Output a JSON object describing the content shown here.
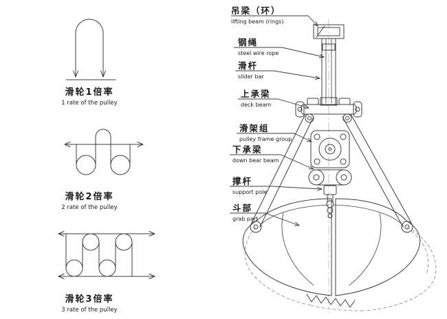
{
  "colors": {
    "line": "#3c3c3c",
    "dashed_line": "#929292",
    "background": "#ffffff"
  },
  "figures": [
    {
      "cn": "滑轮1倍率",
      "en": "1 rate of the pulley"
    },
    {
      "cn": "滑轮2倍率",
      "en": "2 rate of the pulley"
    },
    {
      "cn": "滑轮3倍率",
      "en": "3 rate of the pulley"
    }
  ],
  "parts": [
    {
      "cn": "吊梁（环）",
      "en": "lifting beam (rings)"
    },
    {
      "cn": "钢绳",
      "en": "steel wire rope"
    },
    {
      "cn": "滑杆",
      "en": "slider bar"
    },
    {
      "cn": "上承梁",
      "en": "deck beam"
    },
    {
      "cn": "滑架组",
      "en": "pulley frame group"
    },
    {
      "cn": "下承梁",
      "en": "down bear beam"
    },
    {
      "cn": "撑杆",
      "en": "support pole"
    },
    {
      "cn": "斗部",
      "en": "grab part"
    }
  ]
}
